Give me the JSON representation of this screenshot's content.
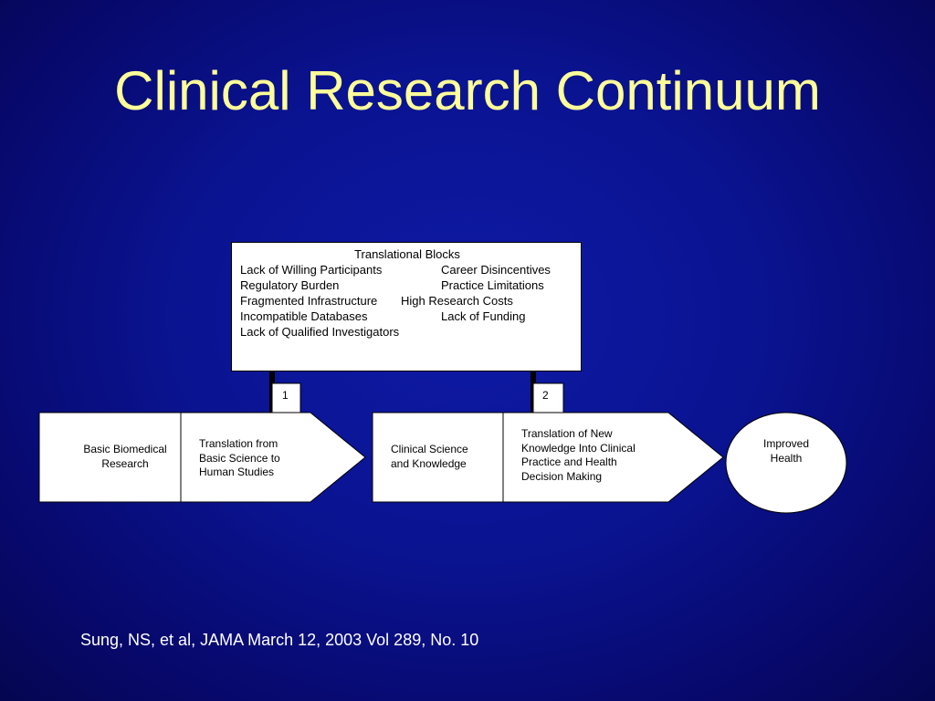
{
  "title": "Clinical Research Continuum",
  "translational_blocks": {
    "heading": "Translational Blocks",
    "items": [
      "Lack of Willing Participants",
      "Career Disincentives",
      "Regulatory Burden",
      "Practice Limitations",
      "Fragmented Infrastructure",
      "High Research Costs",
      "Incompatible Databases",
      "Lack of Funding",
      "Lack of Qualified Investigators"
    ]
  },
  "flow": {
    "basic_research": [
      "Basic Biomedical",
      "Research"
    ],
    "translation_1": [
      "Translation from",
      "Basic Science to",
      "Human Studies"
    ],
    "clinical_science": [
      "Clinical Science",
      "and Knowledge"
    ],
    "translation_2": [
      "Translation of New",
      "Knowledge Into Clinical",
      "Practice and Health",
      "Decision Making"
    ],
    "improved_health": [
      "Improved",
      "Health"
    ]
  },
  "block_markers": [
    "1",
    "2"
  ],
  "citation": "Sung, NS, et  al, JAMA March 12, 2003 Vol 289, No. 10",
  "colors": {
    "background": "#0a1390",
    "title": "#ffff99",
    "box_fill": "#ffffff",
    "outline": "#000000",
    "citation": "#ffffff"
  }
}
